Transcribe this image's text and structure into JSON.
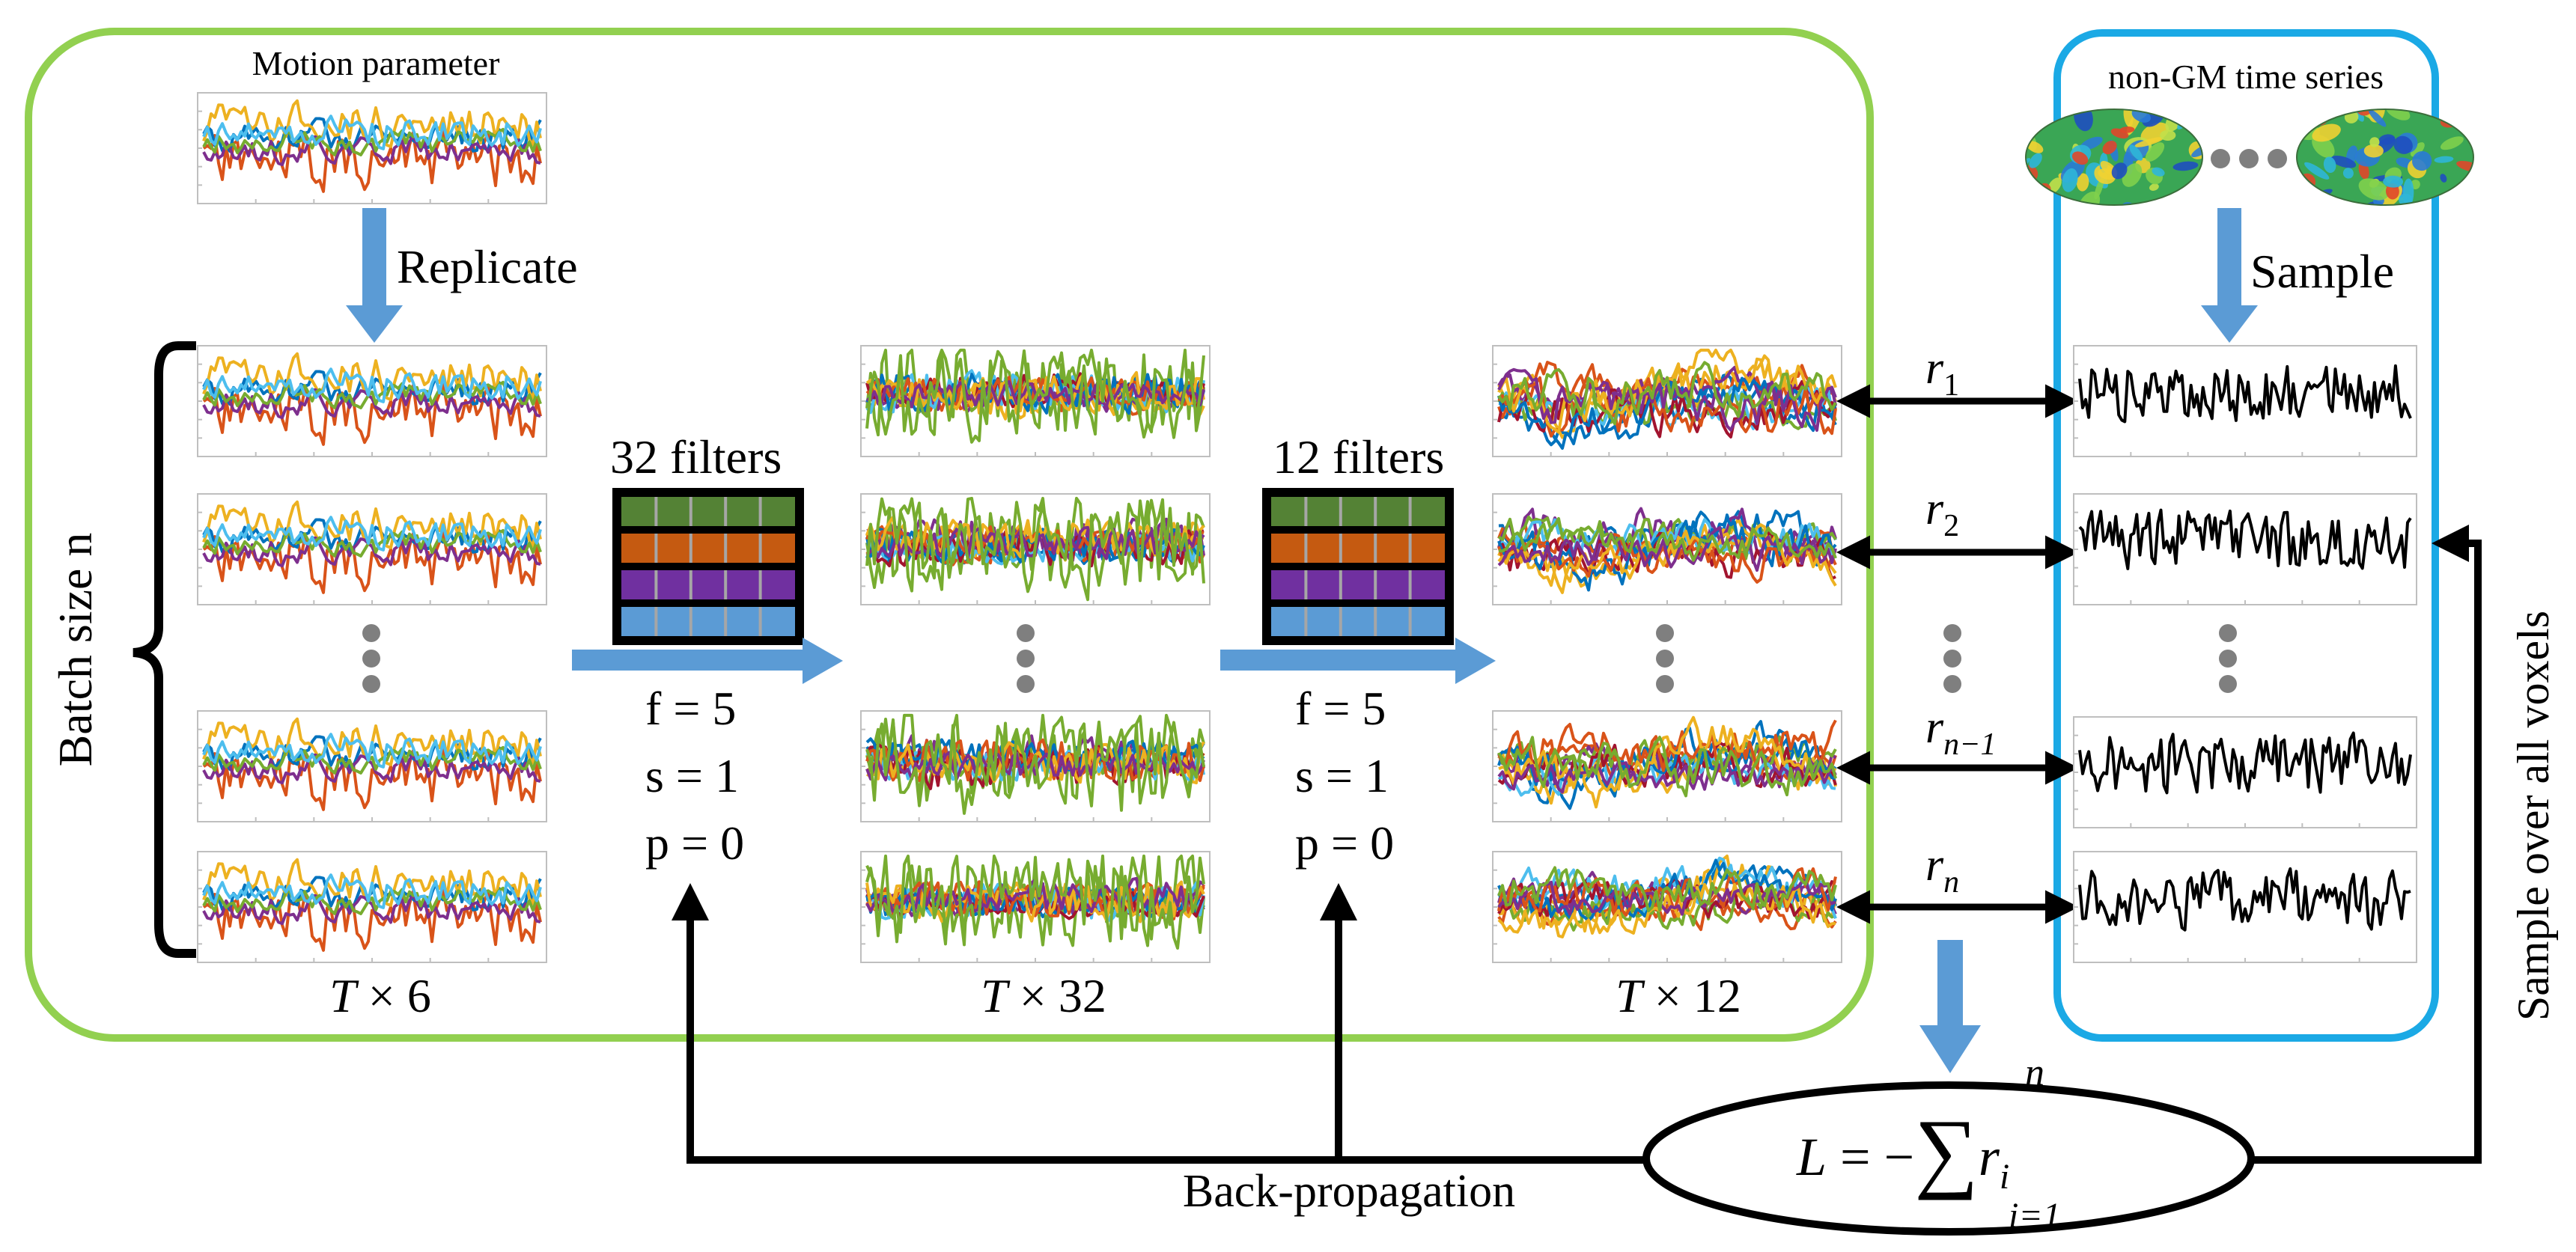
{
  "labels": {
    "motion_parameter": "Motion parameter",
    "replicate": "Replicate",
    "batch_size": "Batch size n",
    "filters_1": "32 filters",
    "filters_2": "12 filters",
    "f": "f = 5",
    "s": "s = 1",
    "p": "p = 0",
    "dim_1_T": "T",
    "dim_1_rest": " × 6",
    "dim_2_T": "T",
    "dim_2_rest": " × 32",
    "dim_3_T": "T",
    "dim_3_rest": " × 12",
    "non_gm": "non-GM time series",
    "sample": "Sample",
    "sample_all": "Sample over all voxels",
    "back_prop": "Back-propagation",
    "r_letter": "r",
    "r_sub": [
      "1",
      "2",
      "n−1",
      "n"
    ],
    "loss_L": "L",
    "loss_eq": " = −",
    "loss_sum": "∑",
    "loss_upper": "n",
    "loss_lower": "i=1",
    "loss_r": "r",
    "loss_i": "i"
  },
  "colors": {
    "green_frame": "#92d050",
    "blue_frame": "#1ba9e5",
    "arrow_blue": "#5b9bd5",
    "dots_gray": "#7f7f7f",
    "filter_rows": [
      "#548235",
      "#c55a11",
      "#7030a0",
      "#5b9bd5"
    ],
    "series": [
      "#0072bd",
      "#d95319",
      "#edb120",
      "#7e2f8e",
      "#77ac30",
      "#4dbeee",
      "#a2142f"
    ]
  }
}
